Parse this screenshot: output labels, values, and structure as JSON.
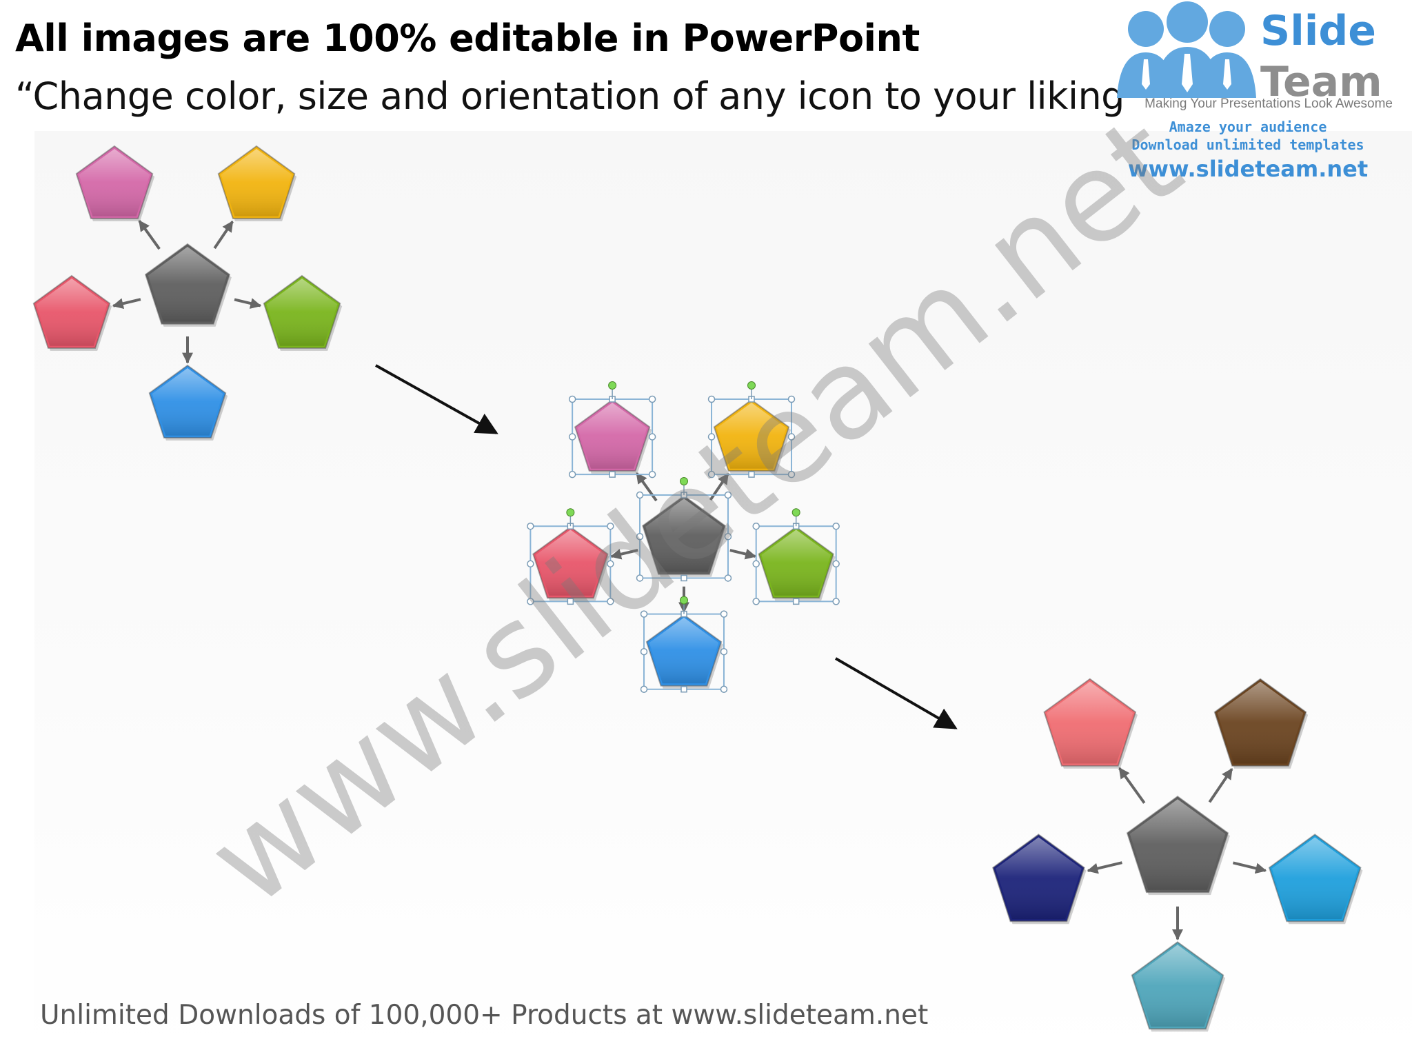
{
  "header": {
    "title": "All images are 100% editable in PowerPoint",
    "subtitle": "“Change color, size and orientation of any icon to your liking”"
  },
  "logo": {
    "name_top": "Slide",
    "name_bottom": "Team",
    "tagline": "Making Your Presentations Look Awesome",
    "line1": "Amaze your audience",
    "line2": "Download unlimited templates",
    "url": "www.slideteam.net"
  },
  "watermark": "www.slideteam.net",
  "footer": "Unlimited Downloads of 100,000+ Products at www.slideteam.net",
  "colors": {
    "diagram_original": [
      "#d468a8",
      "#f2b40f",
      "#e8566a",
      "#7ab51d",
      "#2f90e6"
    ],
    "diagram_recolored": [
      "#f06d72",
      "#6b4420",
      "#1c237a",
      "#1fa0dd",
      "#4fa6bb"
    ],
    "center": "#5f5f5f",
    "selection_handle": "#8ab4d6",
    "rotate_handle": "#7ed957"
  }
}
